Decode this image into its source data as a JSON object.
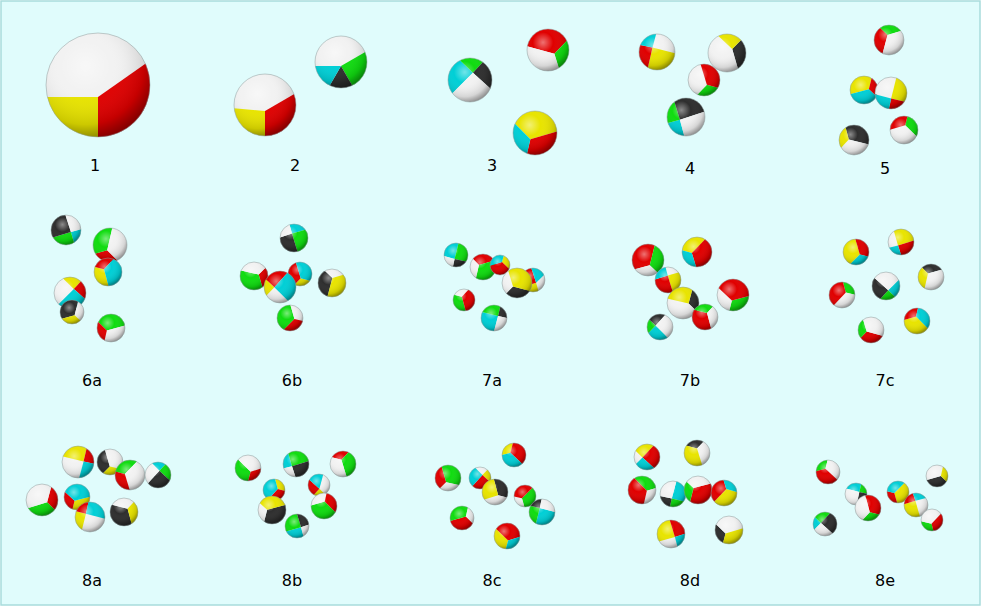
{
  "diagram": {
    "labels": [
      "1",
      "2",
      "3",
      "4",
      "5",
      "6a",
      "6b",
      "7a",
      "7b",
      "7c",
      "8a",
      "8b",
      "8c",
      "8d",
      "8e"
    ]
  }
}
